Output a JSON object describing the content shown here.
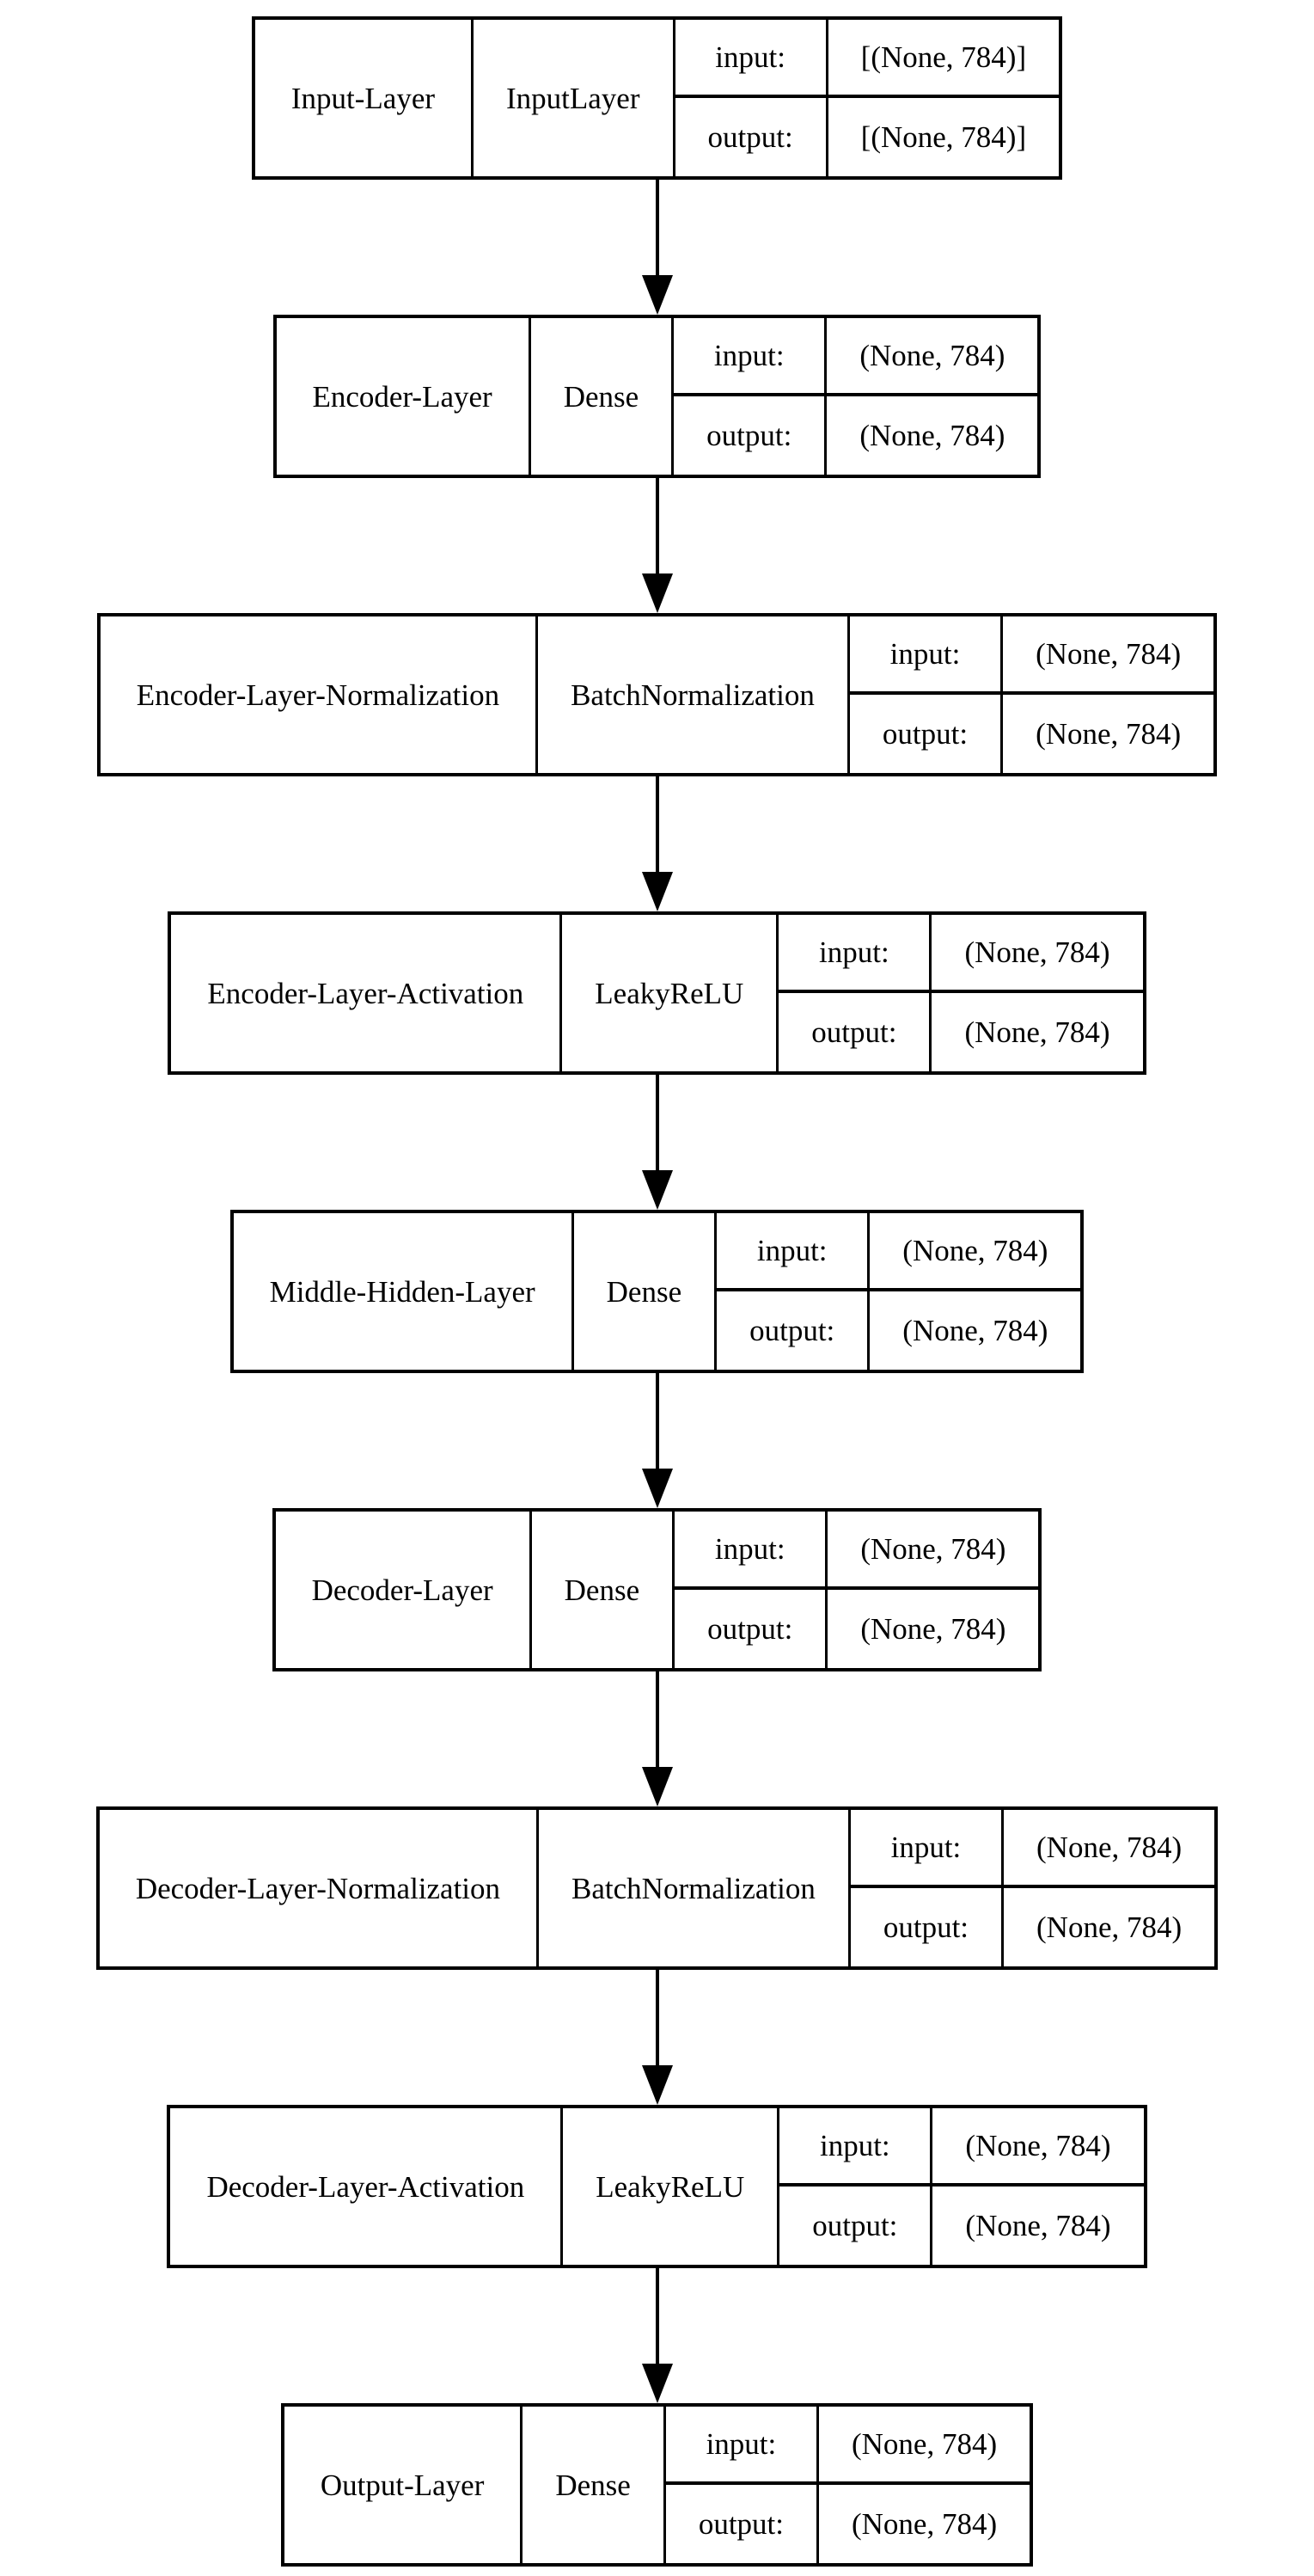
{
  "diagram": {
    "type": "keras-model-plot",
    "colors": {
      "ink": "#000000",
      "background": "#ffffff"
    },
    "io_labels": {
      "input": "input:",
      "output": "output:"
    },
    "layers": [
      {
        "name": "Input-Layer",
        "class": "InputLayer",
        "input_shape": "[(None, 784)]",
        "output_shape": "[(None, 784)]"
      },
      {
        "name": "Encoder-Layer",
        "class": "Dense",
        "input_shape": "(None, 784)",
        "output_shape": "(None, 784)"
      },
      {
        "name": "Encoder-Layer-Normalization",
        "class": "BatchNormalization",
        "input_shape": "(None, 784)",
        "output_shape": "(None, 784)"
      },
      {
        "name": "Encoder-Layer-Activation",
        "class": "LeakyReLU",
        "input_shape": "(None, 784)",
        "output_shape": "(None, 784)"
      },
      {
        "name": "Middle-Hidden-Layer",
        "class": "Dense",
        "input_shape": "(None, 784)",
        "output_shape": "(None, 784)"
      },
      {
        "name": "Decoder-Layer",
        "class": "Dense",
        "input_shape": "(None, 784)",
        "output_shape": "(None, 784)"
      },
      {
        "name": "Decoder-Layer-Normalization",
        "class": "BatchNormalization",
        "input_shape": "(None, 784)",
        "output_shape": "(None, 784)"
      },
      {
        "name": "Decoder-Layer-Activation",
        "class": "LeakyReLU",
        "input_shape": "(None, 784)",
        "output_shape": "(None, 784)"
      },
      {
        "name": "Output-Layer",
        "class": "Dense",
        "input_shape": "(None, 784)",
        "output_shape": "(None, 784)"
      }
    ],
    "connections": [
      {
        "from": "Input-Layer",
        "to": "Encoder-Layer"
      },
      {
        "from": "Encoder-Layer",
        "to": "Encoder-Layer-Normalization"
      },
      {
        "from": "Encoder-Layer-Normalization",
        "to": "Encoder-Layer-Activation"
      },
      {
        "from": "Encoder-Layer-Activation",
        "to": "Middle-Hidden-Layer"
      },
      {
        "from": "Middle-Hidden-Layer",
        "to": "Decoder-Layer"
      },
      {
        "from": "Decoder-Layer",
        "to": "Decoder-Layer-Normalization"
      },
      {
        "from": "Decoder-Layer-Normalization",
        "to": "Decoder-Layer-Activation"
      },
      {
        "from": "Decoder-Layer-Activation",
        "to": "Output-Layer"
      }
    ]
  }
}
